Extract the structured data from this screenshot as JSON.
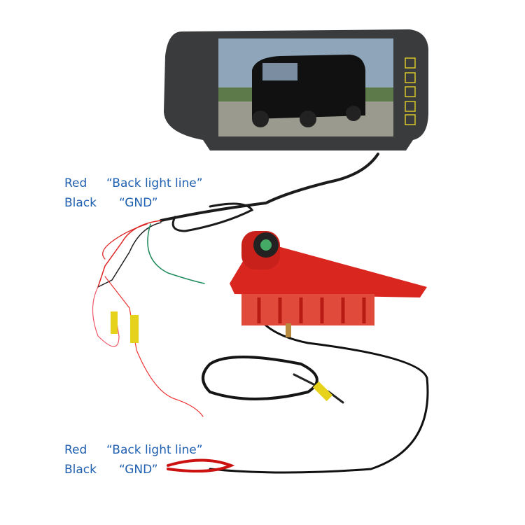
{
  "labels_top": {
    "red": "Red",
    "red_desc": "“Back light line”",
    "black": "Black",
    "black_desc": "“GND”"
  },
  "labels_bottom": {
    "red": "Red",
    "red_desc": "“Back light line”",
    "black": "Black",
    "black_desc": "“GND”"
  },
  "colors": {
    "label_text": "#1f5fb0",
    "camera_body": "#d9261f",
    "mirror_frame": "#3a3b3d"
  }
}
